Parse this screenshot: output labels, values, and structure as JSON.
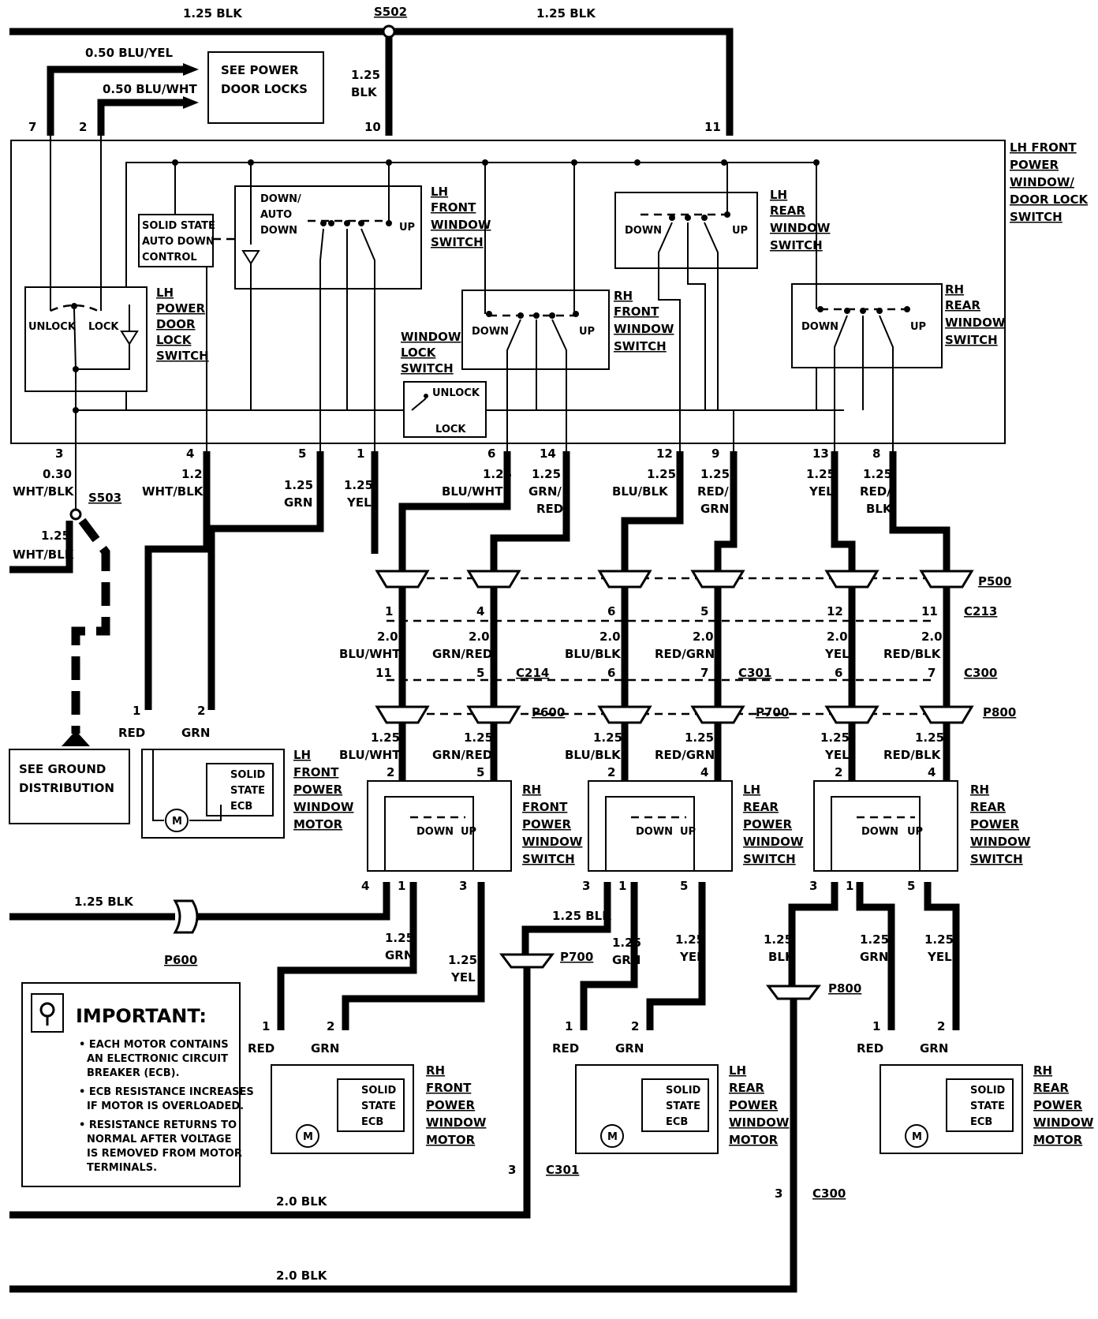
{
  "wires": {
    "top_left": "1.25 BLK",
    "top_right": "1.25 BLK",
    "splice_s502": "S502",
    "door_locks_yel": "0.50 BLU/YEL",
    "door_locks_wht": "0.50 BLU/WHT",
    "see_power_door_locks_1": "SEE POWER",
    "see_power_door_locks_2": "DOOR LOCKS",
    "w10_1": "1.25",
    "w10_2": "BLK"
  },
  "pins_top": [
    "7",
    "2",
    "10",
    "11"
  ],
  "master": {
    "title": [
      "LH FRONT",
      "POWER",
      "WINDOW/",
      "DOOR LOCK",
      "SWITCH"
    ],
    "auto_down": [
      "SOLID STATE",
      "AUTO DOWN",
      "CONTROL"
    ],
    "lh_front_sw_labels": [
      "DOWN/",
      "AUTO",
      "DOWN"
    ],
    "up": "UP",
    "down": "DOWN",
    "lh_front_title": [
      "LH",
      "FRONT",
      "WINDOW",
      "SWITCH"
    ],
    "lh_rear_title": [
      "LH",
      "REAR",
      "WINDOW",
      "SWITCH"
    ],
    "rh_front_title": [
      "RH",
      "FRONT",
      "WINDOW",
      "SWITCH"
    ],
    "rh_rear_title": [
      "RH",
      "REAR",
      "WINDOW",
      "SWITCH"
    ],
    "door_lock_title": [
      "LH",
      "POWER",
      "DOOR",
      "LOCK",
      "SWITCH"
    ],
    "unlock": "UNLOCK",
    "lock": "LOCK",
    "window_lock_title": [
      "WINDOW",
      "LOCK",
      "SWITCH"
    ],
    "wl_unlock": "UNLOCK",
    "wl_lock": "LOCK"
  },
  "bottom_pins": [
    {
      "pin": "3",
      "l1": "0.30",
      "l2": "WHT/BLK"
    },
    {
      "pin": "4",
      "l1": "1.25",
      "l2": "WHT/BLK"
    },
    {
      "pin": "5",
      "l1": "1.25",
      "l2": "GRN"
    },
    {
      "pin": "1",
      "l1": "1.25",
      "l2": "YEL"
    },
    {
      "pin": "6",
      "l1": "1.25",
      "l2": "BLU/WHT"
    },
    {
      "pin": "14",
      "l1": "1.25",
      "l2": "GRN/",
      "l3": "RED"
    },
    {
      "pin": "12",
      "l1": "1.25",
      "l2": "BLU/BLK"
    },
    {
      "pin": "9",
      "l1": "1.25",
      "l2": "RED/",
      "l3": "GRN"
    },
    {
      "pin": "13",
      "l1": "1.25",
      "l2": "YEL"
    },
    {
      "pin": "8",
      "l1": "1.25",
      "l2": "RED/",
      "l3": "BLK"
    }
  ],
  "s503": "S503",
  "s503_wire": [
    "1.25",
    "WHT/BLK"
  ],
  "ground_ref": [
    "SEE GROUND",
    "DISTRIBUTION"
  ],
  "connectors": {
    "p500": "P500",
    "c213": "C213",
    "c214": "C214",
    "c301": "C301",
    "c300": "C300",
    "p600": "P600",
    "p700": "P700",
    "p800": "P800"
  },
  "mid_pins": {
    "c213": [
      "1",
      "4",
      "6",
      "5",
      "12",
      "11"
    ],
    "c2xx": [
      "11",
      "5",
      "6",
      "7",
      "6",
      "7"
    ],
    "wires_20": [
      {
        "l1": "2.0",
        "l2": "BLU/WHT"
      },
      {
        "l1": "2.0",
        "l2": "GRN/RED"
      },
      {
        "l1": "2.0",
        "l2": "BLU/BLK"
      },
      {
        "l1": "2.0",
        "l2": "RED/GRN"
      },
      {
        "l1": "2.0",
        "l2": "YEL"
      },
      {
        "l1": "2.0",
        "l2": "RED/BLK"
      }
    ],
    "wires_125": [
      {
        "l1": "1.25",
        "l2": "BLU/WHT",
        "pin": "2"
      },
      {
        "l1": "1.25",
        "l2": "GRN/RED",
        "pin": "5"
      },
      {
        "l1": "1.25",
        "l2": "BLU/BLK",
        "pin": "2"
      },
      {
        "l1": "1.25",
        "l2": "RED/GRN",
        "pin": "4"
      },
      {
        "l1": "1.25",
        "l2": "YEL",
        "pin": "2"
      },
      {
        "l1": "1.25",
        "l2": "RED/BLK",
        "pin": "4"
      }
    ]
  },
  "lh_front_motor": {
    "title": [
      "LH",
      "FRONT",
      "POWER",
      "WINDOW",
      "MOTOR"
    ],
    "pin1": "1",
    "pin2": "2",
    "c1": "RED",
    "c2": "GRN",
    "ecb": [
      "SOLID",
      "STATE",
      "ECB"
    ],
    "m": "M"
  },
  "switches": [
    {
      "title": [
        "RH",
        "FRONT",
        "POWER",
        "WINDOW",
        "SWITCH"
      ],
      "down": "DOWN",
      "up": "UP",
      "pins": [
        "4",
        "1",
        "3"
      ]
    },
    {
      "title": [
        "LH",
        "REAR",
        "POWER",
        "WINDOW",
        "SWITCH"
      ],
      "down": "DOWN",
      "up": "UP",
      "pins": [
        "3",
        "1",
        "5"
      ]
    },
    {
      "title": [
        "RH",
        "REAR",
        "POWER",
        "WINDOW",
        "SWITCH"
      ],
      "down": "DOWN",
      "up": "UP",
      "pins": [
        "3",
        "1",
        "5"
      ]
    }
  ],
  "lower_wires": {
    "blk_left": "1.25 BLK",
    "p600": "P600",
    "rf_grn": [
      "1.25",
      "GRN"
    ],
    "rf_yel": [
      "1.25",
      "YEL"
    ],
    "lr_blk": "1.25 BLK",
    "lr_grn": [
      "1.25",
      "GRN"
    ],
    "lr_yel": [
      "1.25",
      "YEL"
    ],
    "rr_blk": [
      "1.25",
      "BLK"
    ],
    "rr_grn": [
      "1.25",
      "GRN"
    ],
    "rr_yel": [
      "1.25",
      "YEL"
    ],
    "p700": "P700",
    "p800": "P800"
  },
  "motors": [
    {
      "title": [
        "RH",
        "FRONT",
        "POWER",
        "WINDOW",
        "MOTOR"
      ],
      "pin1": "1",
      "pin2": "2",
      "c1": "RED",
      "c2": "GRN",
      "ecb": [
        "SOLID",
        "STATE",
        "ECB"
      ],
      "m": "M"
    },
    {
      "title": [
        "LH",
        "REAR",
        "POWER",
        "WINDOW",
        "MOTOR"
      ],
      "pin1": "1",
      "pin2": "2",
      "c1": "RED",
      "c2": "GRN",
      "ecb": [
        "SOLID",
        "STATE",
        "ECB"
      ],
      "m": "M"
    },
    {
      "title": [
        "RH",
        "REAR",
        "POWER",
        "WINDOW",
        "MOTOR"
      ],
      "pin1": "1",
      "pin2": "2",
      "c1": "RED",
      "c2": "GRN",
      "ecb": [
        "SOLID",
        "STATE",
        "ECB"
      ],
      "m": "M"
    }
  ],
  "important": {
    "title": "IMPORTANT:",
    "lines": [
      "• EACH MOTOR CONTAINS",
      "AN ELECTRONIC CIRCUIT",
      "BREAKER (ECB).",
      "• ECB RESISTANCE INCREASES",
      "IF MOTOR IS OVERLOADED.",
      "• RESISTANCE RETURNS TO",
      "NORMAL AFTER VOLTAGE",
      "IS REMOVED FROM MOTOR",
      "TERMINALS."
    ]
  },
  "ground_wires": {
    "c301_pin": "3",
    "c301": "C301",
    "c300_pin": "3",
    "c300": "C300",
    "g1": "2.0 BLK",
    "g2": "2.0 BLK"
  }
}
